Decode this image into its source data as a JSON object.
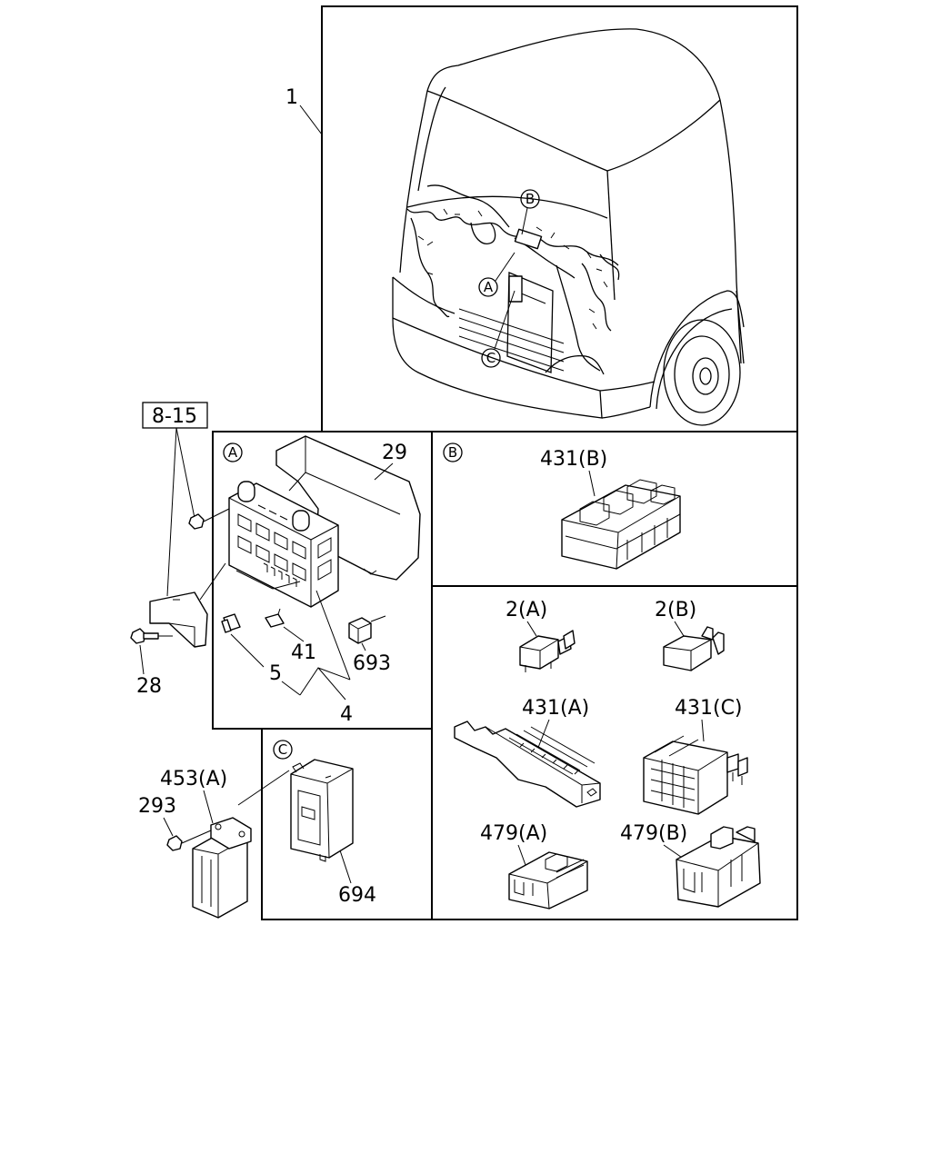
{
  "diagram": {
    "ref_box": "8-15",
    "callouts": {
      "p1": "1",
      "p29": "29",
      "p431b": "431(B)",
      "p2a": "2(A)",
      "p2b": "2(B)",
      "p431a": "431(A)",
      "p431c": "431(C)",
      "p479a": "479(A)",
      "p479b": "479(B)",
      "p41": "41",
      "p693": "693",
      "p5": "5",
      "p4": "4",
      "p28": "28",
      "p453a": "453(A)",
      "p293": "293",
      "p694": "694"
    },
    "markers": {
      "A": "A",
      "B": "B",
      "C": "C"
    }
  }
}
